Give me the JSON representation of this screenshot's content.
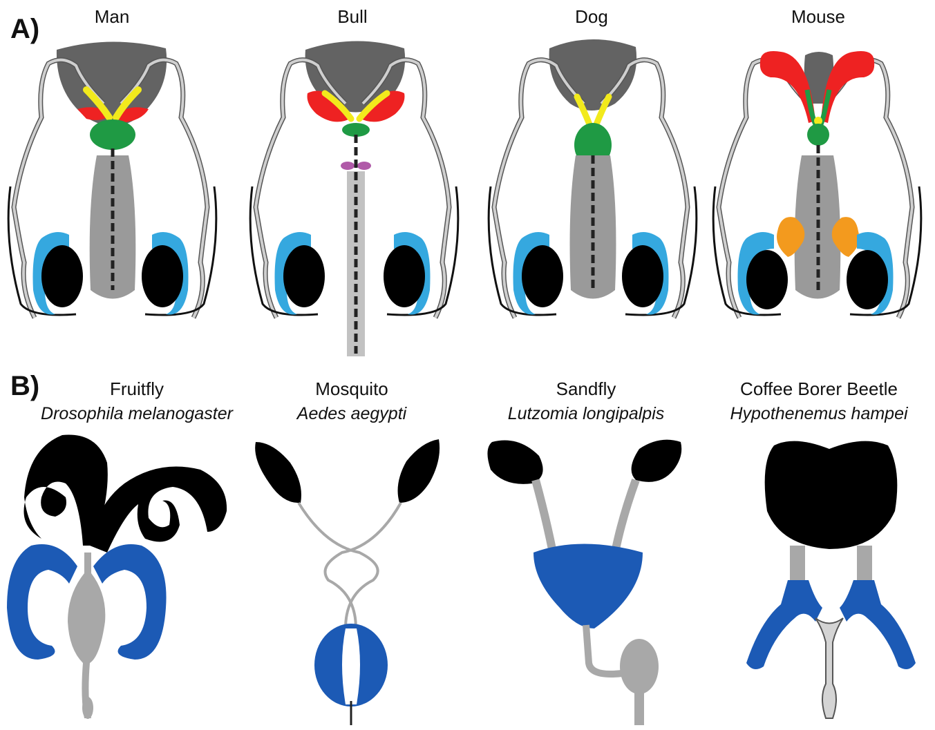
{
  "panels": {
    "a_label": "A)",
    "b_label": "B)"
  },
  "mammals": [
    "Man",
    "Bull",
    "Dog",
    "Mouse"
  ],
  "insects": [
    {
      "common": "Fruitfly",
      "latin": "Drosophila melanogaster"
    },
    {
      "common": "Mosquito",
      "latin": "Aedes aegypti"
    },
    {
      "common": "Sandfly",
      "latin": "Lutzomia longipalpis"
    },
    {
      "common": "Coffee Borer Beetle",
      "latin": "Hypothenemus hampei"
    }
  ],
  "colors": {
    "bladder": "#636363",
    "seminal_vesicle": "#ee2222",
    "ampulla": "#f2ea1c",
    "prostate": "#1f9a44",
    "bulbourethral": "#b05aa8",
    "epididymis": "#35a8df",
    "testis": "#000000",
    "preputial": "#f39a1e",
    "penis": "#9a9a9a",
    "insect_gland": "#1c5ab5",
    "insect_duct": "#a8a8a8",
    "insect_testis": "#000000"
  }
}
